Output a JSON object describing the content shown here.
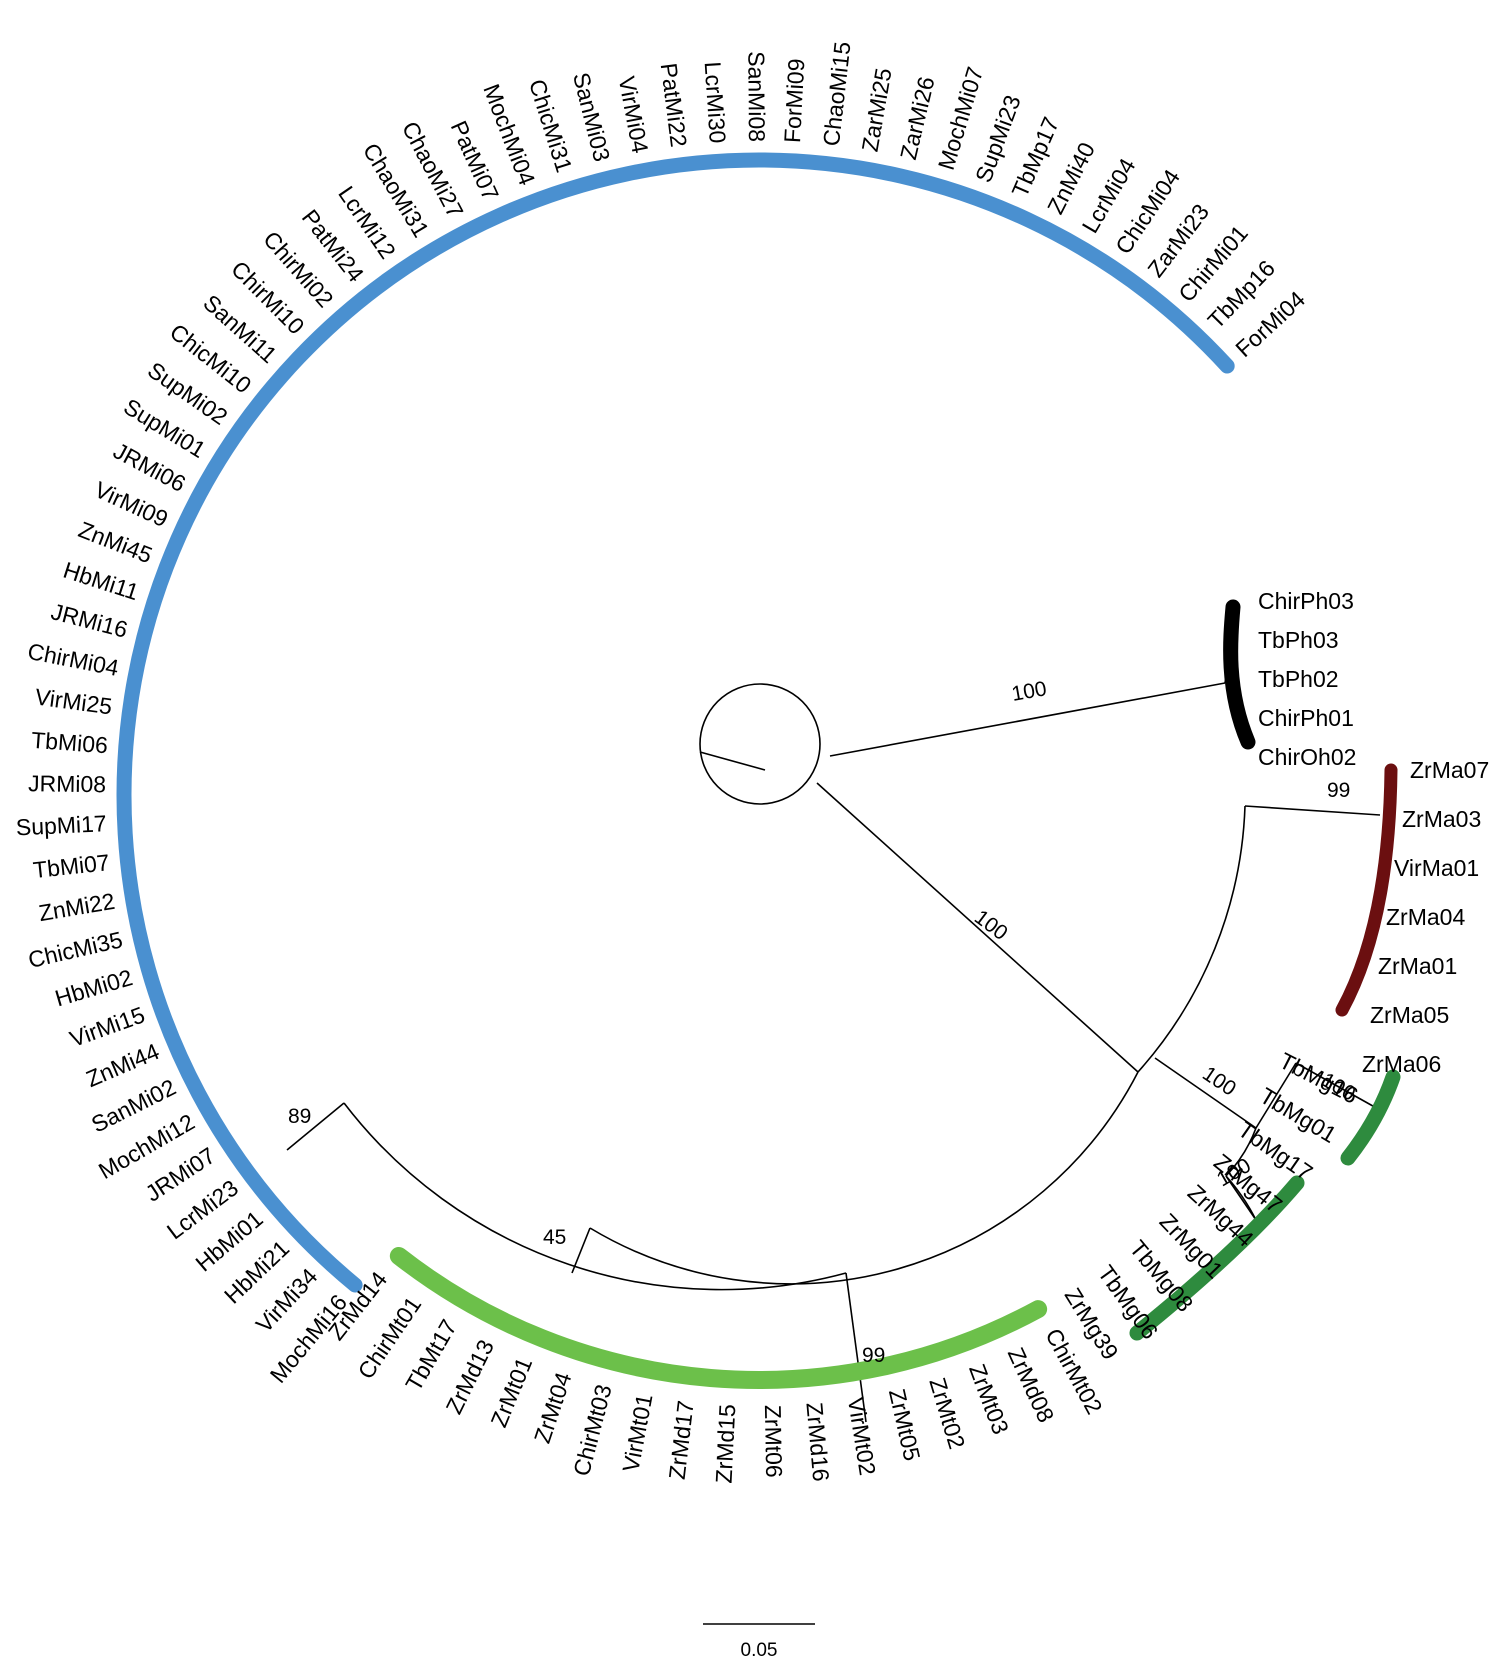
{
  "colors": {
    "mi": "#4A90D0",
    "ph": "#000000",
    "ma": "#6B0F10",
    "mg": "#2E8B3E",
    "md": "#6CC04A"
  },
  "clades": {
    "mi": {
      "tips": [
        "ForMi04",
        "TbMp16",
        "ChirMi01",
        "ZarMi23",
        "ChicMi04",
        "LcrMi04",
        "ZnMi40",
        "TbMp17",
        "SupMi23",
        "MochMi07",
        "ZarMi26",
        "ZarMi25",
        "ChaoMi15",
        "ForMi09",
        "SanMi08",
        "LcrMi30",
        "PatMi22",
        "VirMi04",
        "SanMi03",
        "ChicMi31",
        "MochMi04",
        "PatMi07",
        "ChaoMi27",
        "ChaoMi31",
        "LcrMi12",
        "PatMi24",
        "ChirMi02",
        "ChirMi10",
        "SanMi11",
        "ChicMi10",
        "SupMi02",
        "SupMi01",
        "JRMi06",
        "VirMi09",
        "ZnMi45",
        "HbMi11",
        "JRMi16",
        "ChirMi04",
        "VirMi25",
        "TbMi06",
        "JRMi08",
        "SupMi17",
        "TbMi07",
        "ZnMi22",
        "ChicMi35",
        "HbMi02",
        "VirMi15",
        "ZnMi44",
        "SanMi02",
        "MochMi12",
        "JRMi07",
        "LcrMi23",
        "HbMi01",
        "HbMi21",
        "VirMi34",
        "MochMi16"
      ]
    },
    "ph": {
      "tips": [
        "ChirPh03",
        "TbPh03",
        "TbPh02",
        "ChirPh01",
        "ChirOh02"
      ]
    },
    "ma": {
      "tips": [
        "ZrMa07",
        "ZrMa03",
        "VirMa01",
        "ZrMa04",
        "ZrMa01",
        "ZrMa05",
        "ZrMa06"
      ]
    },
    "mg": {
      "tips": [
        "TbMg16",
        "TbMg01",
        "TbMg17",
        "ZrMg47",
        "ZrMg44",
        "ZrMg01",
        "TbMg08",
        "TbMg06",
        "ZrMg39"
      ]
    },
    "md": {
      "tips": [
        "ChirMt02",
        "ZrMd08",
        "ZrMt03",
        "ZrMt02",
        "ZrMt05",
        "VirMt02",
        "ZrMd16",
        "ZrMt06",
        "ZrMd15",
        "ZrMd17",
        "VirMt01",
        "ChirMt03",
        "ZrMt04",
        "ZrMt01",
        "ZrMd13",
        "TbMt17",
        "ChirMt01",
        "ZrMd14"
      ]
    }
  },
  "bootstrap": {
    "ph_node": "100",
    "ma_node": "99",
    "main_node": "100",
    "mg_ma_node": "100",
    "mg_outer_node": "100",
    "mg_inner_node": "100",
    "mi_node": "89",
    "mimd_node": "45",
    "md_node": "99"
  },
  "scale": {
    "label": "0.05"
  }
}
